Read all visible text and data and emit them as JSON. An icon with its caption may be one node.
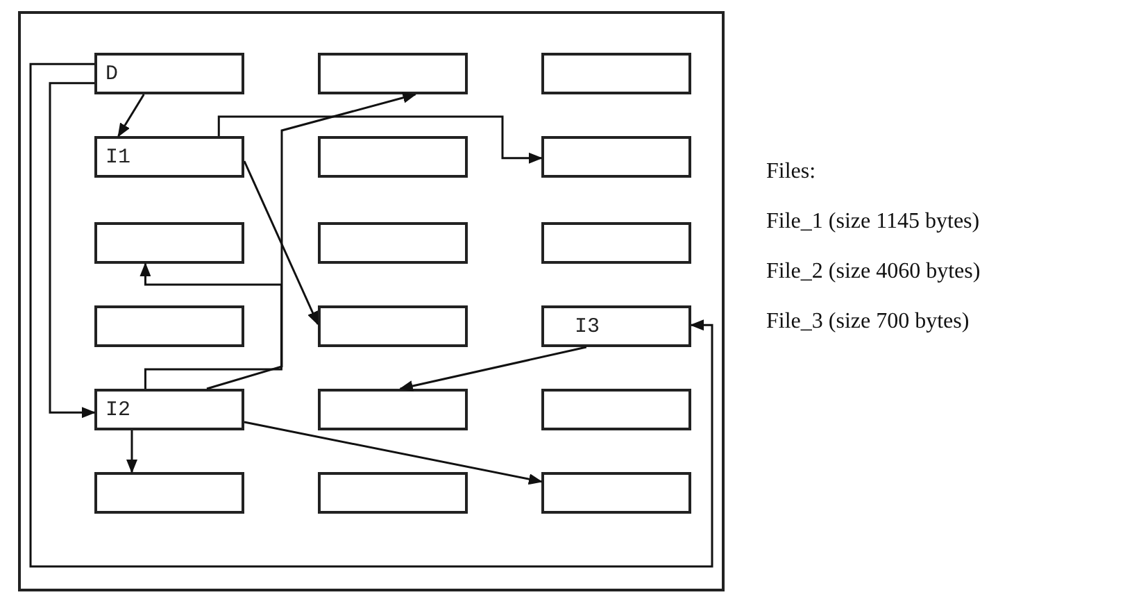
{
  "diagram": {
    "nodes": [
      {
        "text": [],
        "shape": "box"
      },
      {
        "text": [
          "D"
        ],
        "in": 0
      },
      {
        "text": [],
        "shape": "box",
        "in": 0
      },
      {
        "text": [],
        "shape": "box",
        "in": 0
      },
      {
        "text": [
          "I1"
        ],
        "in": 0
      },
      {
        "text": [],
        "shape": "box",
        "in": 0
      },
      {
        "text": [],
        "shape": "box",
        "in": 0
      },
      {
        "text": [],
        "shape": "box",
        "in": 0
      },
      {
        "text": [],
        "shape": "box",
        "in": 0
      },
      {
        "text": [],
        "shape": "box",
        "in": 0
      },
      {
        "text": [],
        "shape": "box",
        "in": 0
      },
      {
        "text": [],
        "shape": "box",
        "in": 0
      },
      {
        "text": [
          "I3"
        ],
        "in": 0
      },
      {
        "text": [
          "I2"
        ],
        "in": 0
      },
      {
        "text": [],
        "shape": "box",
        "in": 0
      },
      {
        "text": [],
        "shape": "box",
        "in": 0
      },
      {
        "text": [],
        "shape": "box",
        "in": 0
      },
      {
        "text": [],
        "shape": "box",
        "in": 0
      },
      {
        "text": [],
        "shape": "box",
        "in": 0
      }
    ],
    "edges": [
      {
        "from": 1,
        "to": 4,
        "arrow": "to"
      },
      {
        "from": 1,
        "to": 13,
        "arrow": "to"
      },
      {
        "from": 1,
        "to": 12,
        "arrow": "to"
      },
      {
        "from": 4,
        "to": 6,
        "arrow": "to"
      },
      {
        "from": 4,
        "to": 11,
        "arrow": "to"
      },
      {
        "from": 13,
        "to": 2,
        "arrow": "to"
      },
      {
        "from": 13,
        "to": 7,
        "arrow": "to"
      },
      {
        "from": 13,
        "to": 16,
        "arrow": "to"
      },
      {
        "from": 13,
        "to": 18,
        "arrow": "to"
      },
      {
        "from": 12,
        "to": 14,
        "arrow": "to"
      }
    ],
    "labels": [
      "Files:",
      "File_1 (size 1145 bytes)",
      "File_2 (size 4060 bytes)",
      "File_3 (size 700 bytes)"
    ]
  }
}
